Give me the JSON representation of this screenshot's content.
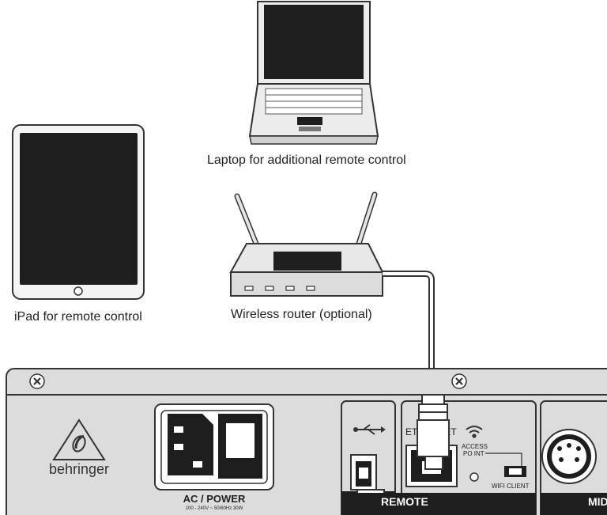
{
  "devices": {
    "laptop": {
      "caption": "Laptop for additional remote control",
      "icon": "laptop-icon"
    },
    "ipad": {
      "caption": "iPad for remote control",
      "icon": "tablet-icon"
    },
    "router": {
      "caption": "Wireless router (optional)",
      "icon": "router-icon"
    }
  },
  "panel": {
    "brand": "behringer",
    "power": {
      "label": "AC / POWER",
      "spec": "100 - 240V ~ 50/60Hz 30W"
    },
    "remote": {
      "label": "REMOTE",
      "ethernet_label": "ETHERNET",
      "wifi_mode_top": "ACCESS",
      "wifi_mode_bottom": "PO INT",
      "wifi_client": "WIFI CLIENT"
    },
    "midi_label": "MIDI"
  },
  "colors": {
    "panel_fill": "#dcdcdc",
    "screen": "#1e1e1e",
    "outline": "#333333"
  }
}
